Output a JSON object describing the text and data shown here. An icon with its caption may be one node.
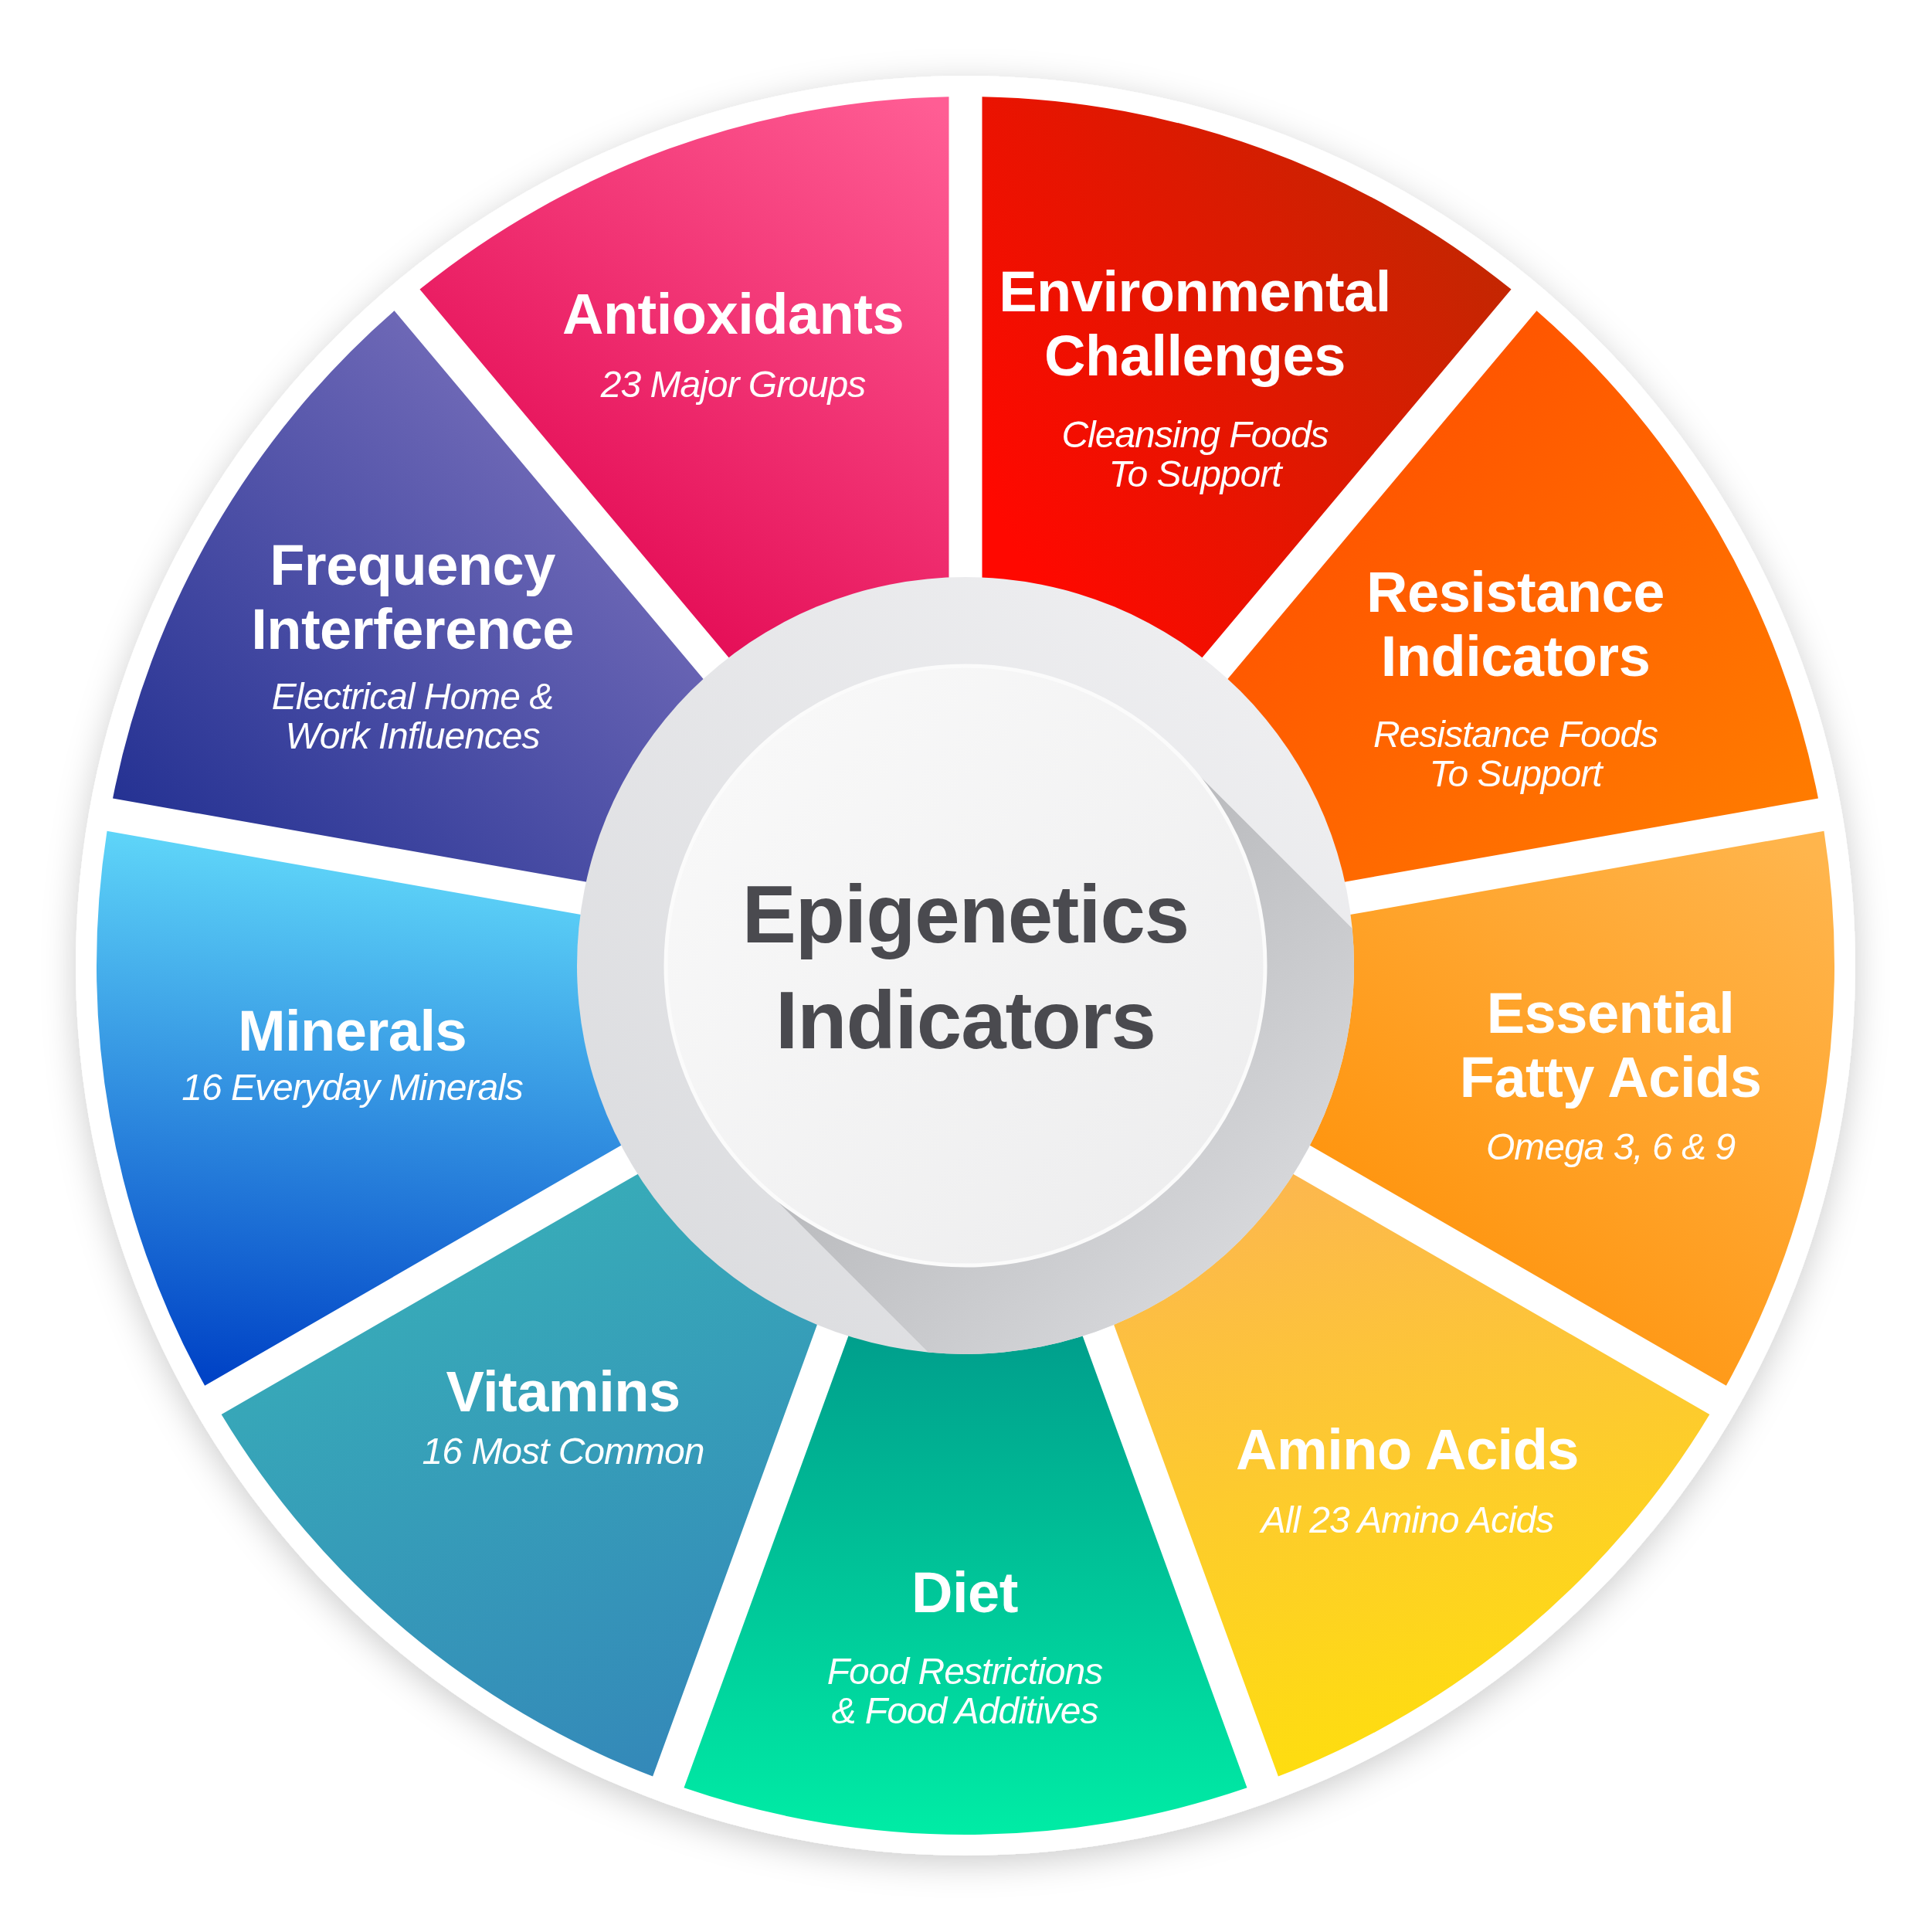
{
  "diagram": {
    "nodes": [
      {
        "text": [
          "Epigenetics Indicators"
        ]
      },
      {
        "text": [
          "Antioxidants",
          "23 Major Groups"
        ]
      },
      {
        "text": [
          "Environmental Challenges",
          "Cleansing Foods To Support"
        ]
      },
      {
        "text": [
          "Resistance Indicators",
          "Resistance Foods To Support"
        ]
      },
      {
        "text": [
          "Essential Fatty Acids",
          "Omega 3, 6 & 9"
        ]
      },
      {
        "text": [
          "Amino Acids",
          "All 23 Amino Acids"
        ]
      },
      {
        "text": [
          "Diet",
          "Food Restrictions & Food Additives"
        ]
      },
      {
        "text": [
          "Vitamins",
          "16 Most Common"
        ]
      },
      {
        "text": [
          "Minerals",
          "16 Everyday Minerals"
        ]
      },
      {
        "text": [
          "Frequency Interference",
          "Electrical Home & Work Influences"
        ]
      }
    ]
  }
}
